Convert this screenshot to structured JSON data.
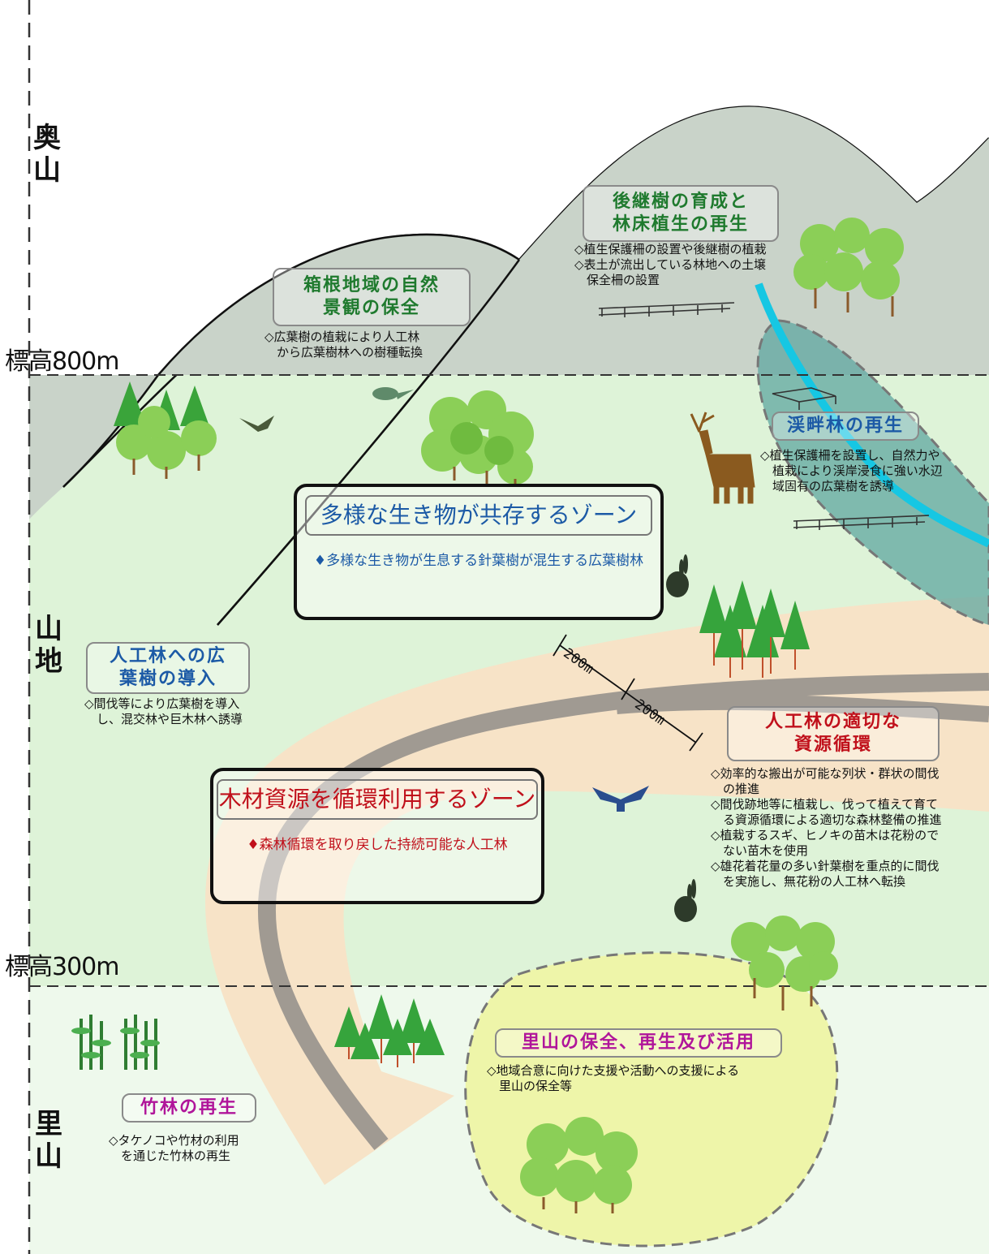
{
  "zones_side": {
    "okuyama": "奥山",
    "sanchi": "山地",
    "satoyama": "里山"
  },
  "elevations": {
    "e800": "標高800m",
    "e300": "標高300m"
  },
  "labels": {
    "hakone": {
      "title": "箱根地域の自然\n景観の保全",
      "desc": "◇広葉樹の植栽により人工林\n　から広葉樹林への樹種転換"
    },
    "successor": {
      "title": "後継樹の育成と\n林床植生の再生",
      "desc": "◇植生保護柵の設置や後継樹の植栽\n◇表土が流出している林地への土壌\n　保全柵の設置"
    },
    "riparian": {
      "title": "渓畔林の再生",
      "desc": "◇植生保護柵を設置し、自然力や\n　植栽により渓岸浸食に強い水辺\n　域固有の広葉樹を誘導"
    },
    "broadleaf_intro": {
      "title": "人工林への広\n葉樹の導入",
      "desc": "◇間伐等により広葉樹を導入\n　し、混交林や巨木林へ誘導"
    },
    "resource_cycle": {
      "title": "人工林の適切な\n資源循環",
      "desc": "◇効率的な搬出が可能な列状・群状の間伐\n　の推進\n◇間伐跡地等に植栽し、伐って植えて育て\n　る資源循環による適切な森林整備の推進\n◇植栽するスギ、ヒノキの苗木は花粉ので\n　ない苗木を使用\n◇雄花着花量の多い針葉樹を重点的に間伐\n　を実施し、無花粉の人工林へ転換"
    },
    "satoyama_cons": {
      "title": "里山の保全、再生及び活用",
      "desc": "◇地域合意に向けた支援や活動への支援による\n　里山の保全等"
    },
    "bamboo": {
      "title": "竹林の再生",
      "desc": "◇タケノコや竹材の利用\n　を通じた竹林の再生"
    }
  },
  "main_zones": {
    "biodiversity": {
      "title": "多様な生き物が共存するゾーン",
      "sub": "♦多様な生き物が生息する針葉樹が混生する広葉樹林"
    },
    "timber": {
      "title": "木材資源を循環利用するゾーン",
      "sub": "♦森林循環を取り戻した持続可能な人工林"
    }
  },
  "dimensions": {
    "d1": "200m",
    "d2": "200m"
  },
  "colors": {
    "mountain": "#c9d3c9",
    "forest_zone": "#dff3d9",
    "road": "#f7e3c7",
    "road_center": "#a09a92",
    "stream_zone": "#5fa7a0",
    "stream": "#16c7e3",
    "satoyama_patch": "#eef5a9"
  }
}
